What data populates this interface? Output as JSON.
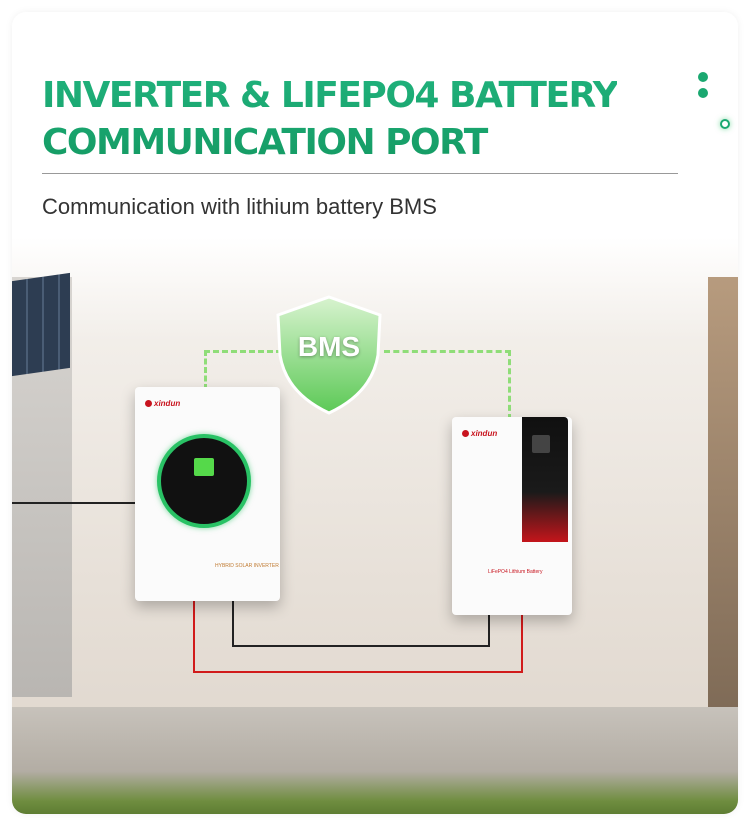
{
  "header": {
    "title_line1": "INVERTER & LIFEPO4 BATTERY",
    "title_line2": "COMMUNICATION PORT",
    "subtitle": "Communication with lithium battery BMS"
  },
  "diagram": {
    "shield_label": "BMS",
    "inverter_brand": "xindun",
    "battery_brand": "xindun",
    "inverter_product_label": "HYBRID SOLAR INVERTER",
    "battery_product_label": "LiFePO4 Lithium Battery"
  },
  "colors": {
    "accent": "#1aa870",
    "dashed_link": "#8fdd78",
    "red_cable": "#d11b1b",
    "black_cable": "#222222"
  }
}
